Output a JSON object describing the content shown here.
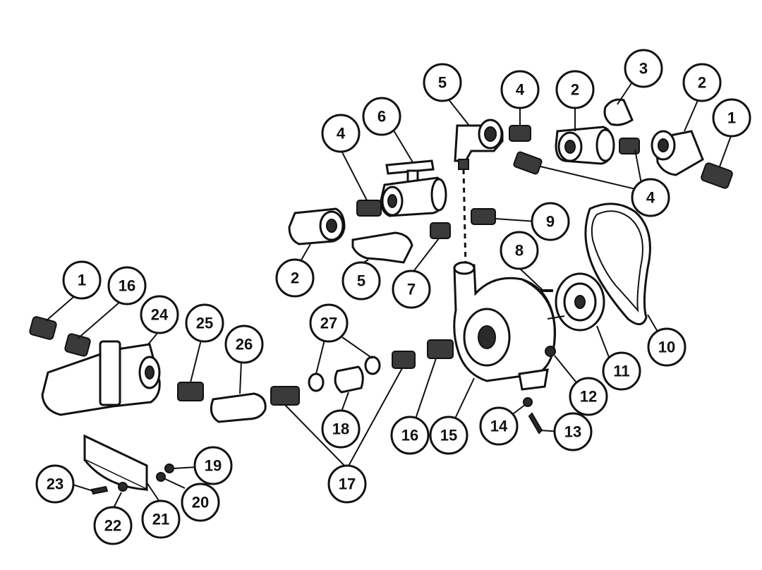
{
  "callouts": [
    "1",
    "2",
    "3",
    "4",
    "5",
    "6",
    "7",
    "8",
    "9",
    "10",
    "11",
    "12",
    "13",
    "14",
    "15",
    "16",
    "17",
    "18",
    "19",
    "20",
    "21",
    "22",
    "23",
    "24",
    "25",
    "26",
    "27"
  ],
  "labels": [
    {
      "id": "5-top",
      "text": "5"
    },
    {
      "id": "4-top",
      "text": "4"
    },
    {
      "id": "2-top",
      "text": "2"
    },
    {
      "id": "3",
      "text": "3"
    },
    {
      "id": "2-right",
      "text": "2"
    },
    {
      "id": "1-right",
      "text": "1"
    },
    {
      "id": "6",
      "text": "6"
    },
    {
      "id": "4-left",
      "text": "4"
    },
    {
      "id": "4-bottom",
      "text": "4"
    },
    {
      "id": "9",
      "text": "9"
    },
    {
      "id": "2-left",
      "text": "2"
    },
    {
      "id": "5-mid",
      "text": "5"
    },
    {
      "id": "7",
      "text": "7"
    },
    {
      "id": "8",
      "text": "8"
    },
    {
      "id": "1-left",
      "text": "1"
    },
    {
      "id": "16-left",
      "text": "16"
    },
    {
      "id": "24",
      "text": "24"
    },
    {
      "id": "25",
      "text": "25"
    },
    {
      "id": "26",
      "text": "26"
    },
    {
      "id": "27",
      "text": "27"
    },
    {
      "id": "10",
      "text": "10"
    },
    {
      "id": "11",
      "text": "11"
    },
    {
      "id": "12",
      "text": "12"
    },
    {
      "id": "18",
      "text": "18"
    },
    {
      "id": "16-mid",
      "text": "16"
    },
    {
      "id": "15",
      "text": "15"
    },
    {
      "id": "14",
      "text": "14"
    },
    {
      "id": "13",
      "text": "13"
    },
    {
      "id": "19",
      "text": "19"
    },
    {
      "id": "17",
      "text": "17"
    },
    {
      "id": "23",
      "text": "23"
    },
    {
      "id": "20",
      "text": "20"
    },
    {
      "id": "22",
      "text": "22"
    },
    {
      "id": "21",
      "text": "21"
    }
  ]
}
